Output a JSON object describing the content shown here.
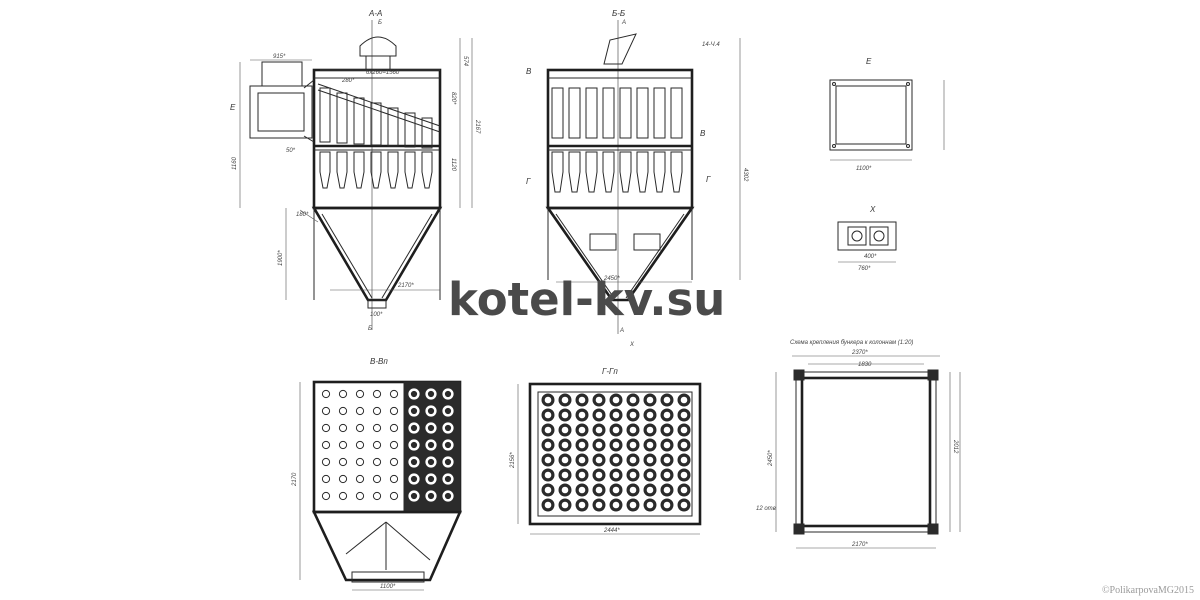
{
  "views": {
    "view_aa": "А-А",
    "view_bb": "Б-Б",
    "view_e": "Е",
    "view_x": "Х",
    "view_vv": "В-Вп",
    "view_gg": "Г-Гп",
    "view_hopper": "Схема крепления бункера к колоннам (1:20)"
  },
  "dims": {
    "d915": "915*",
    "d6x260": "6x260=1560",
    "d280": "280*",
    "d574": "574",
    "d820": "820*",
    "d2167": "2167",
    "d1120": "1120",
    "d1160": "1160",
    "d50": "50*",
    "d1900": "1900*",
    "d2170": "2170*",
    "d100": "100*",
    "d180": "180*",
    "d4302": "4302",
    "d2450": "2450*",
    "d14": "14-Ч.4",
    "d1100": "1100*",
    "d2444": "2444*",
    "d2156": "2156*",
    "d2170b": "2170",
    "d1100e": "1100*",
    "d760": "760*",
    "d400": "400*",
    "d2370": "2370*",
    "d1830": "1830",
    "d2450v": "2450*",
    "d2012": "2012",
    "d12": "12 отв"
  },
  "section_marks": {
    "e_left": "Е",
    "v_left": "В",
    "v_right": "В",
    "g_left": "Г",
    "g_right": "Г",
    "a_top": "А",
    "a_bottom": "А",
    "b_top": "Б",
    "b_bottom": "Б",
    "x_bottom": "Х"
  },
  "watermark": "kotel-kv.su",
  "copyright": "©PolikarpovaMG2015"
}
